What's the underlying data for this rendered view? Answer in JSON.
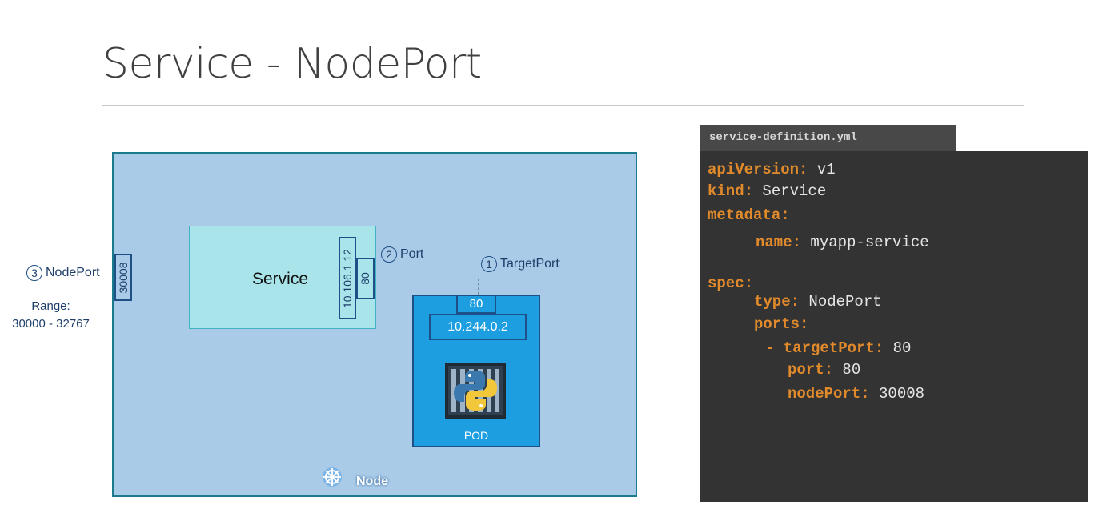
{
  "title": "Service - NodePort",
  "diagram": {
    "service_label": "Service",
    "service_ip": "10.106.1.12",
    "service_port": "80",
    "node_port_value": "30008",
    "pod_port": "80",
    "pod_ip": "10.244.0.2",
    "pod_label": "POD",
    "node_label": "Node",
    "labels": {
      "nodeport": {
        "num": "3",
        "text": "NodePort"
      },
      "port": {
        "num": "2",
        "text": "Port"
      },
      "targetport": {
        "num": "1",
        "text": "TargetPort"
      }
    },
    "range_label": "Range:",
    "range_value": "30000 - 32767"
  },
  "code": {
    "filename": "service-definition.yml",
    "lines": [
      {
        "key": "apiVersion:",
        "value": " v1"
      },
      {
        "key": "kind:",
        "value": " Service"
      },
      {
        "key": "metadata:",
        "value": ""
      },
      {
        "key": "name:",
        "value": " myapp-service"
      },
      {
        "key": "spec:",
        "value": ""
      },
      {
        "key": "type:",
        "value": " NodePort"
      },
      {
        "key": "ports:",
        "value": ""
      },
      {
        "key": "- targetPort:",
        "value": " 80"
      },
      {
        "key": "port:",
        "value": " 80"
      },
      {
        "key": "nodePort:",
        "value": " 30008"
      }
    ]
  },
  "colors": {
    "node_bg": "#a9cbe8",
    "service_bg": "#a8e4ea",
    "pod_bg": "#1c9ee0",
    "code_key": "#e08a2c",
    "code_bg": "#333333"
  },
  "icons": {
    "node": "kubernetes-helm-icon",
    "pod": "python-container-icon"
  }
}
